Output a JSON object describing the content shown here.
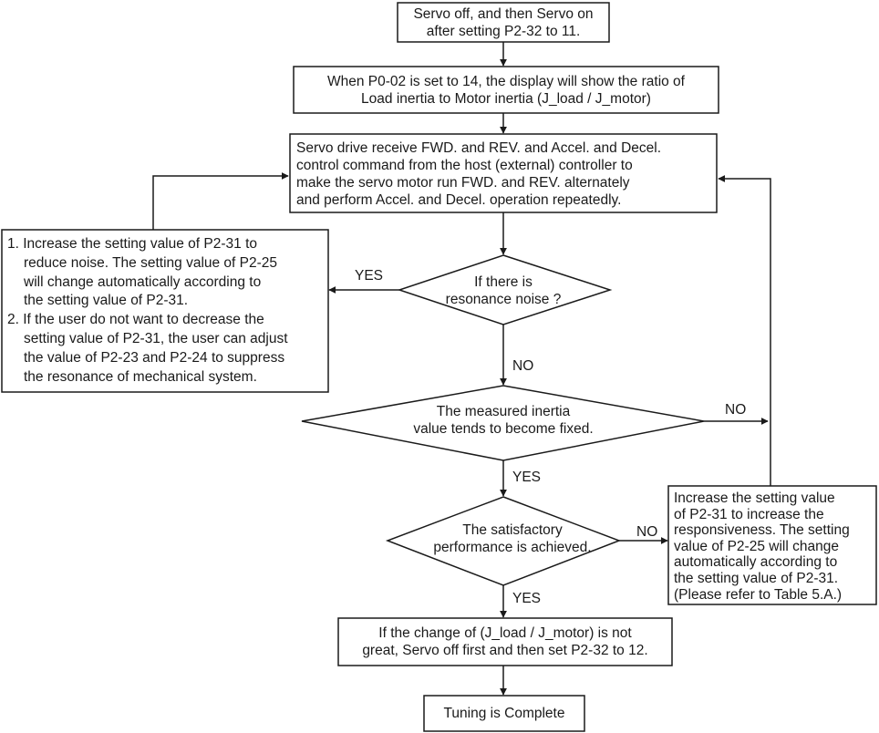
{
  "flowchart": {
    "start_box": {
      "lines": [
        "Servo off, and then Servo on",
        "after setting P2-32 to 11."
      ]
    },
    "display_box": {
      "lines": [
        "When P0-02 is set to 14, the display will show the ratio of",
        "Load inertia to Motor inertia (J_load / J_motor)"
      ]
    },
    "operation_box": {
      "lines": [
        "Servo drive receive FWD. and REV. and Accel. and Decel.",
        "control command from the host (external) controller to",
        "make the servo motor run FWD. and REV. alternately",
        "and perform Accel. and Decel. operation repeatedly."
      ]
    },
    "noise_fix_box": {
      "lines": [
        "1. Increase the setting value of P2-31 to",
        "reduce noise. The setting value of P2-25",
        "will change automatically according to",
        "the setting value of P2-31.",
        "2. If the user do not want to decrease the",
        "setting value of P2-31, the user can adjust",
        "the value of P2-23 and P2-24 to suppress",
        "the resonance of mechanical system."
      ]
    },
    "resonance_decision": {
      "lines": [
        "If there is",
        "resonance noise ?"
      ]
    },
    "inertia_decision": {
      "lines": [
        "The measured inertia",
        "value tends to become fixed."
      ]
    },
    "performance_decision": {
      "lines": [
        "The satisfactory",
        "performance is achieved."
      ]
    },
    "responsiveness_box": {
      "lines": [
        "Increase the setting value",
        "of P2-31 to increase the",
        "responsiveness. The setting",
        "value of P2-25 will change",
        "automatically according to",
        "the setting value of P2-31.",
        "(Please refer to Table 5.A.)"
      ]
    },
    "final_setting_box": {
      "lines": [
        "If the change of (J_load / J_motor) is not",
        "great, Servo off first and then set P2-32 to 12."
      ]
    },
    "end_box": {
      "lines": [
        "Tuning is Complete"
      ]
    },
    "edge_labels": {
      "resonance_yes": "YES",
      "resonance_no": "NO",
      "inertia_no": "NO",
      "inertia_yes": "YES",
      "performance_no": "NO",
      "performance_yes": "YES"
    }
  },
  "colors": {
    "stroke": "#1a1a1a",
    "background": "#ffffff"
  }
}
